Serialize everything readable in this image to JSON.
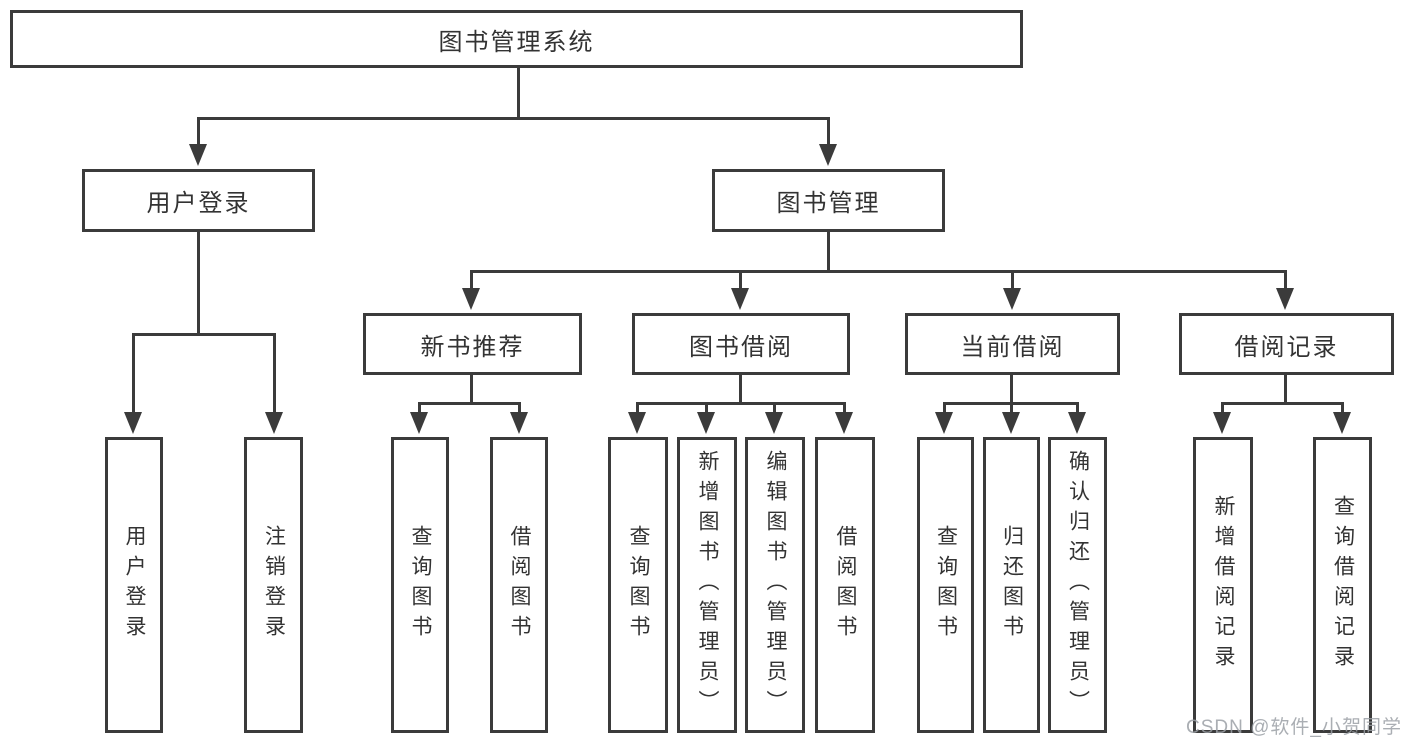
{
  "diagram": {
    "root": "图书管理系统",
    "branches": {
      "user": "用户登录",
      "book": "图书管理"
    },
    "modules": [
      "新书推荐",
      "图书借阅",
      "当前借阅",
      "借阅记录"
    ],
    "leaves": [
      "用户登录",
      "注销登录",
      "查询图书",
      "借阅图书",
      "查询图书",
      "新增图书（管理员）",
      "编辑图书（管理员）",
      "借阅图书",
      "查询图书",
      "归还图书",
      "确认归还（管理员）",
      "新增借阅记录",
      "查询借阅记录"
    ],
    "watermark": "CSDN @软件_小贺同学",
    "colors": {
      "line": "#3b3b3b",
      "text": "#333333",
      "watermark": "#9ba0a6",
      "background": "#ffffff"
    }
  }
}
